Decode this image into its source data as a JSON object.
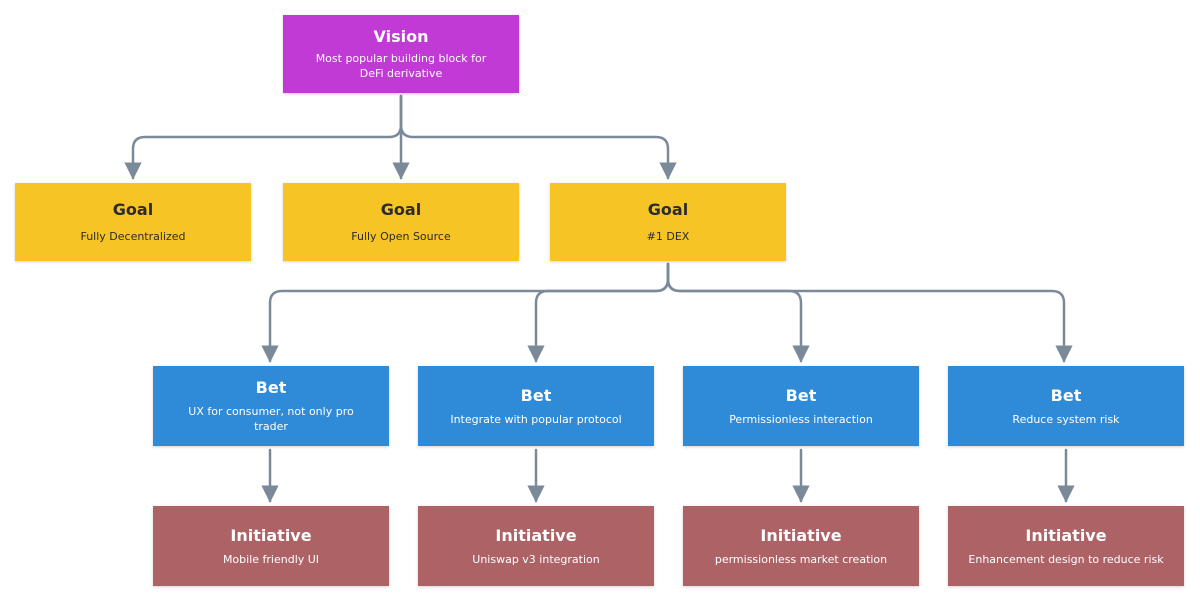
{
  "colors": {
    "vision": "#c13ad6",
    "goal": "#f6c425",
    "bet": "#2f8ad8",
    "initiative": "#ad6266",
    "connector": "#7a8a99"
  },
  "vision": {
    "title": "Vision",
    "text": "Most popular building block for DeFi derivative"
  },
  "goals": [
    {
      "title": "Goal",
      "text": "Fully Decentralized"
    },
    {
      "title": "Goal",
      "text": "Fully Open Source"
    },
    {
      "title": "Goal",
      "text": "#1 DEX"
    }
  ],
  "bets": [
    {
      "title": "Bet",
      "text": "UX for consumer, not only pro trader"
    },
    {
      "title": "Bet",
      "text": "Integrate with popular protocol"
    },
    {
      "title": "Bet",
      "text": "Permissionless interaction"
    },
    {
      "title": "Bet",
      "text": "Reduce system risk"
    }
  ],
  "initiatives": [
    {
      "title": "Initiative",
      "text": "Mobile friendly UI"
    },
    {
      "title": "Initiative",
      "text": "Uniswap v3 integration"
    },
    {
      "title": "Initiative",
      "text": "permissionless market creation"
    },
    {
      "title": "Initiative",
      "text": "Enhancement design to reduce risk"
    }
  ]
}
